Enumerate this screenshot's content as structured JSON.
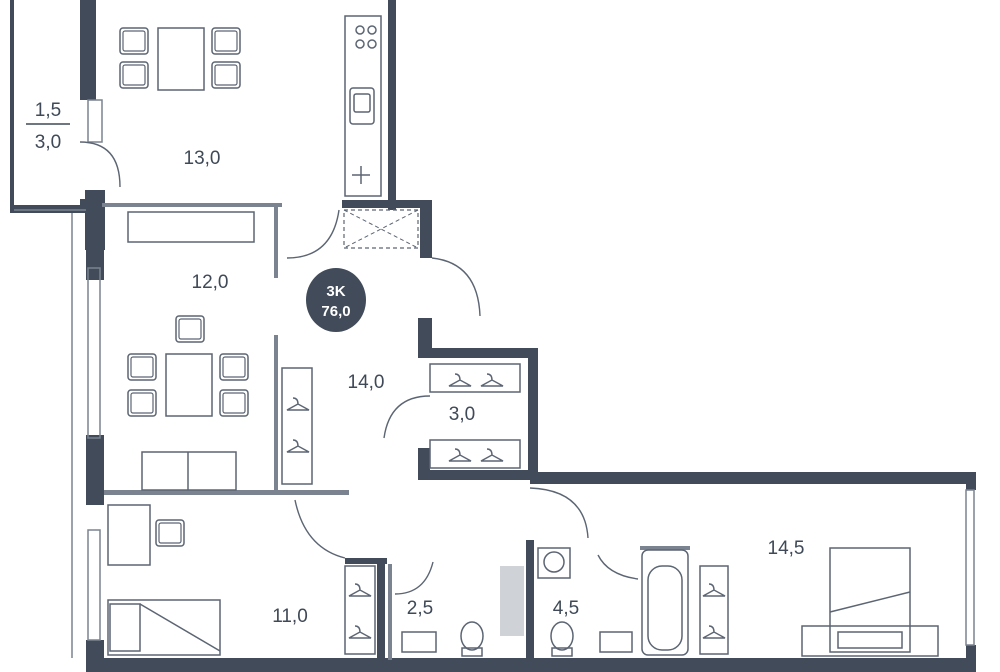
{
  "plan": {
    "badge": {
      "rooms": "3K",
      "total_area": "76,0"
    },
    "balcony": {
      "area_a": "1,5",
      "area_b": "3,0"
    },
    "rooms": {
      "kitchen": "13,0",
      "living": "12,0",
      "hall": "14,0",
      "closet": "3,0",
      "bedroom_small": "11,0",
      "toilet": "2,5",
      "bath": "4,5",
      "bedroom_master": "14,5"
    },
    "colors": {
      "wall": "#414b5a",
      "furniture": "#5c6573",
      "badge": "#414b5a",
      "shaft": "#cfd2d6"
    }
  }
}
